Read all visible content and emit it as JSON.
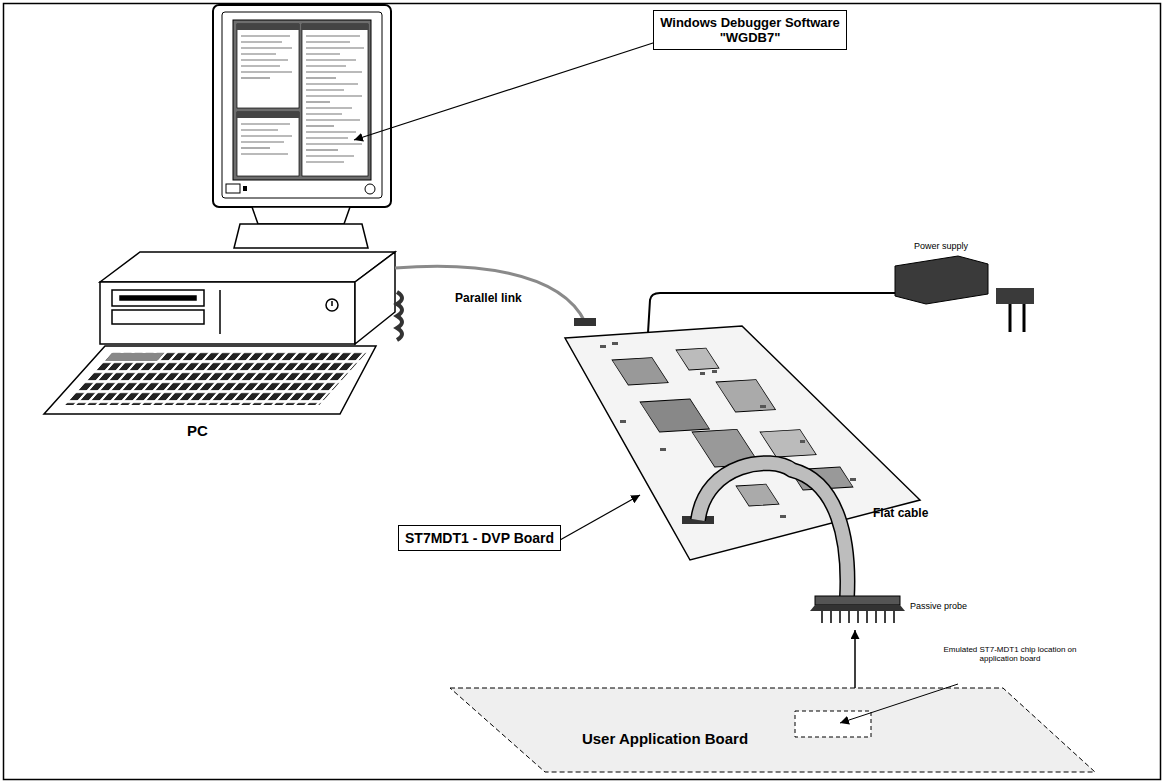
{
  "diagram": {
    "nodes": [
      {
        "text": [
          "Windows Debugger Software \"WGDB7\""
        ]
      },
      {
        "text": [
          "ST7MDT1 - DVP Board"
        ]
      },
      {
        "text": [
          "User Application Board"
        ]
      }
    ],
    "labels": [
      "Parallel link",
      "Power supply",
      "PC",
      "Flat cable",
      "Passive probe",
      "Emulated ST7-MDT1 chip location on application board"
    ]
  }
}
